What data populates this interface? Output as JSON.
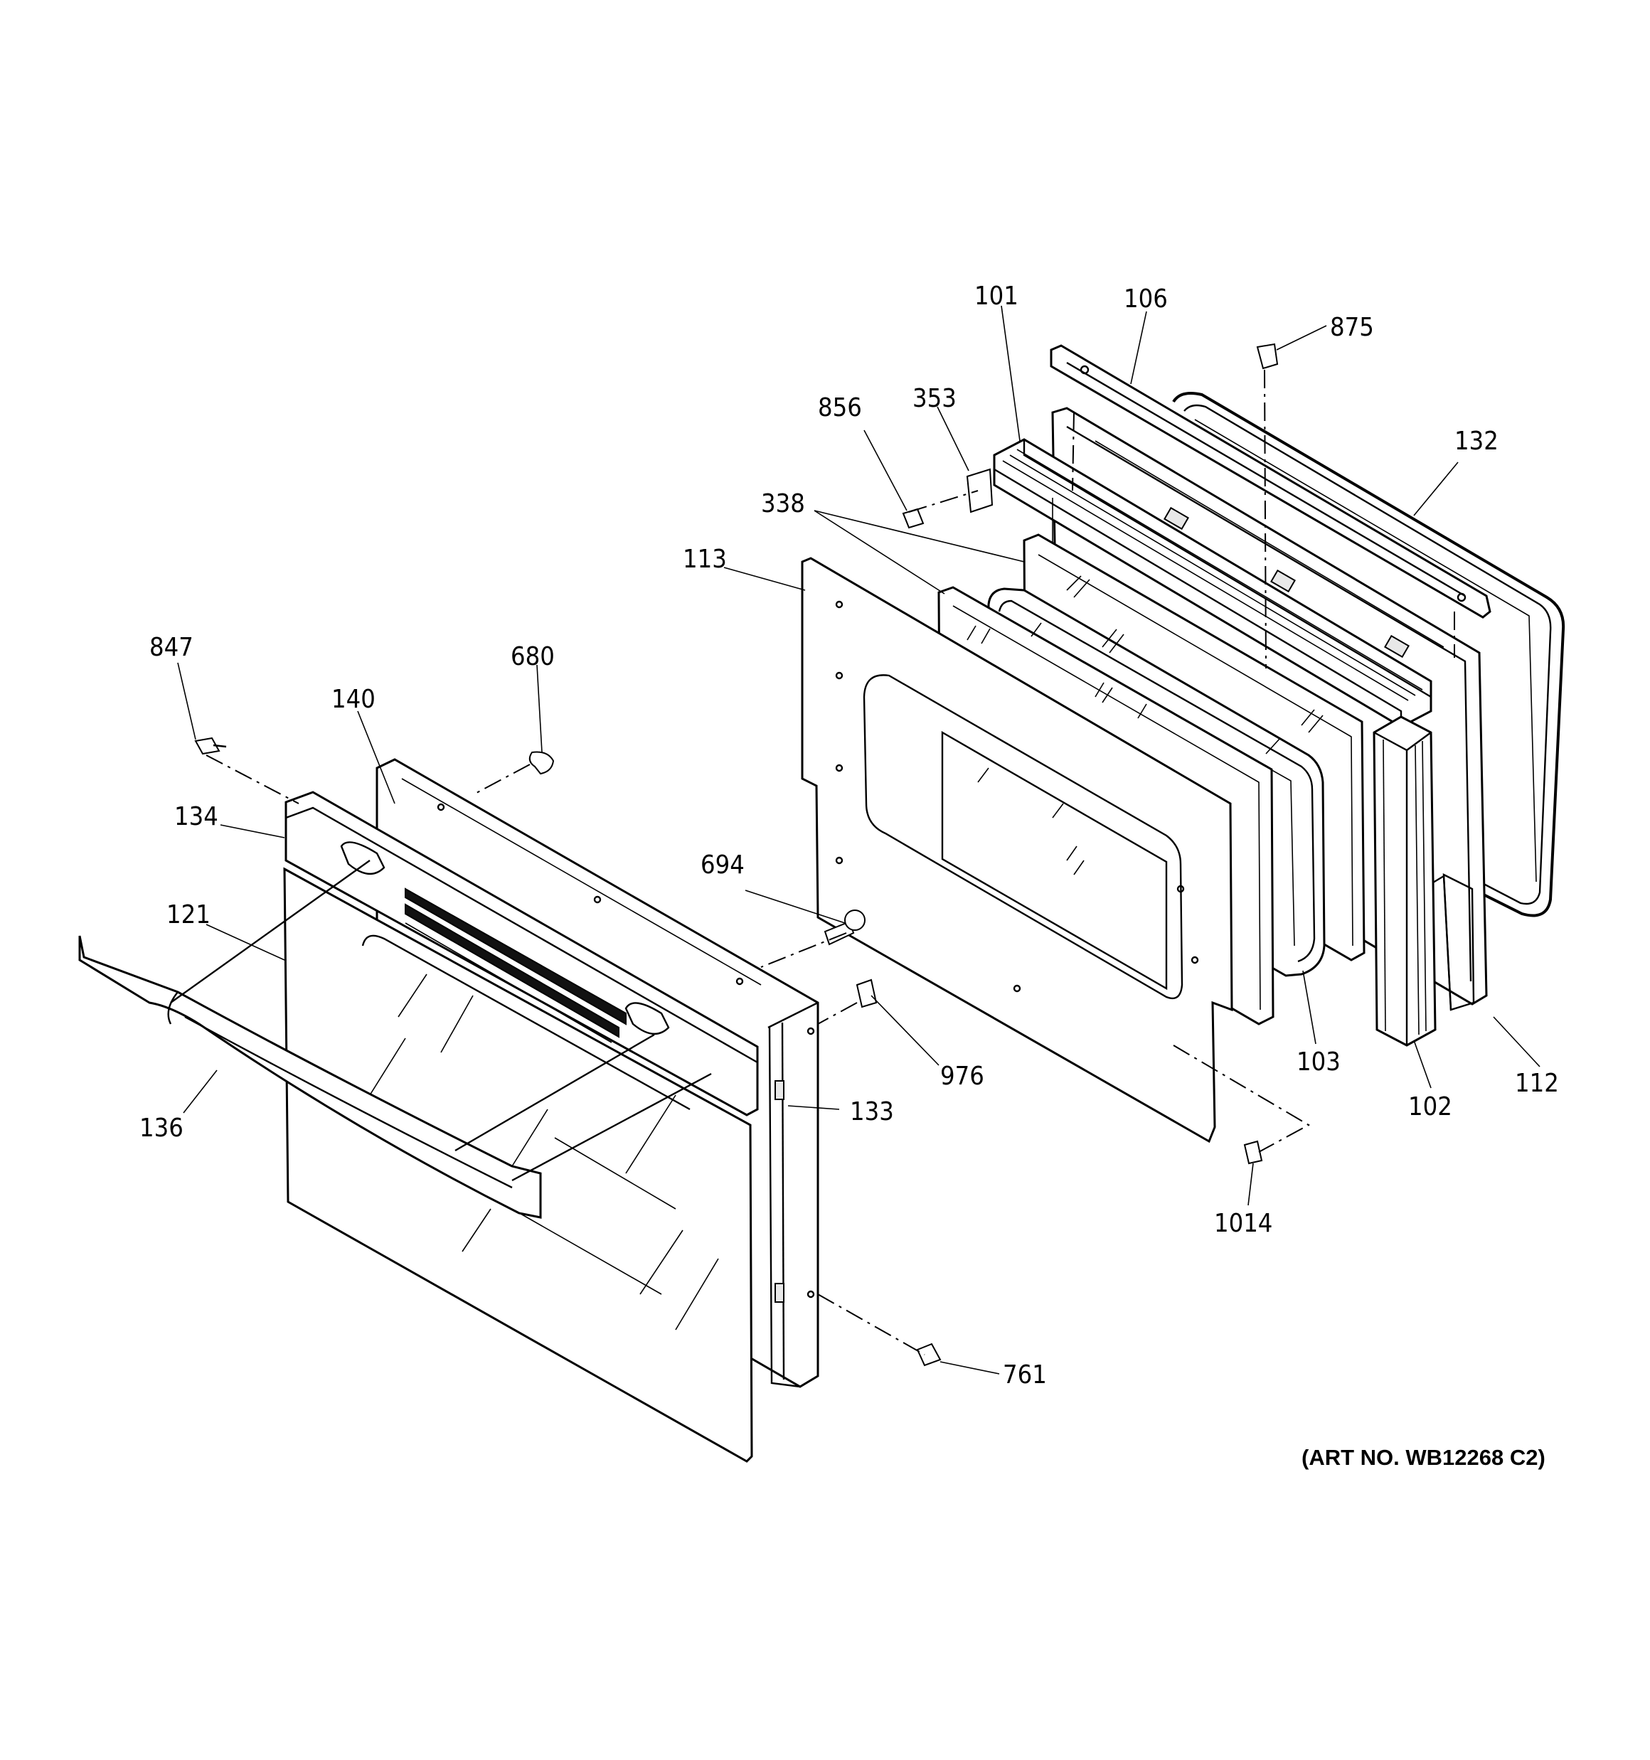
{
  "diagram": {
    "art_number": "(ART NO. WB12268 C2)",
    "parts": [
      {
        "id": "101"
      },
      {
        "id": "106"
      },
      {
        "id": "875"
      },
      {
        "id": "132"
      },
      {
        "id": "856"
      },
      {
        "id": "353"
      },
      {
        "id": "338"
      },
      {
        "id": "113"
      },
      {
        "id": "847"
      },
      {
        "id": "680"
      },
      {
        "id": "140"
      },
      {
        "id": "134"
      },
      {
        "id": "121"
      },
      {
        "id": "694"
      },
      {
        "id": "136"
      },
      {
        "id": "976"
      },
      {
        "id": "133"
      },
      {
        "id": "103"
      },
      {
        "id": "102"
      },
      {
        "id": "112"
      },
      {
        "id": "1014"
      },
      {
        "id": "761"
      }
    ]
  }
}
